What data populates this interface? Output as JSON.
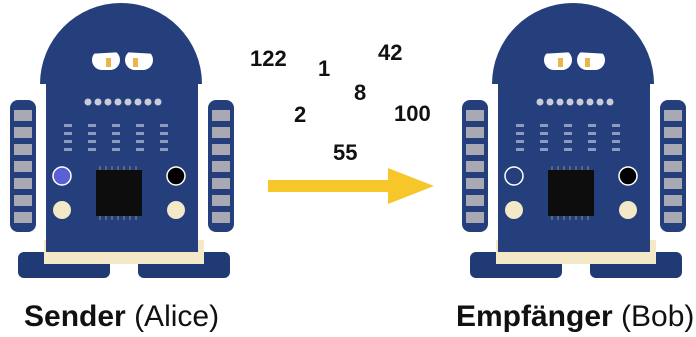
{
  "numbers": [
    "122",
    "1",
    "42",
    "8",
    "2",
    "100",
    "55"
  ],
  "sender": {
    "role": "Sender",
    "name": "(Alice)"
  },
  "receiver": {
    "role": "Empfänger",
    "name": "(Bob)"
  },
  "colors": {
    "board": "#243f7c",
    "board_dark": "#1c3369",
    "cream": "#f3e8c7",
    "arrow": "#f7c62a"
  }
}
